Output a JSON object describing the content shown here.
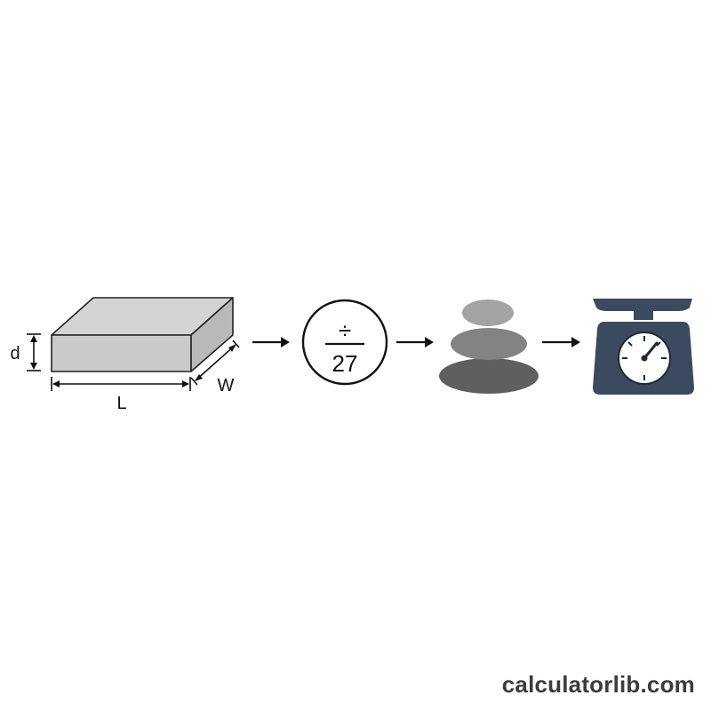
{
  "slab": {
    "depth_label": "d",
    "length_label": "L",
    "width_label": "W"
  },
  "divide": {
    "symbol": "÷",
    "divisor": "27"
  },
  "colors": {
    "slab_top": "#d4d4d4",
    "slab_front": "#cacaca",
    "slab_side": "#b9b9b9",
    "stone_top": "#a3a3a3",
    "stone_middle": "#838383",
    "stone_bottom": "#5f5f5f",
    "scale_body": "#3b4a5e",
    "arrow": "#111111"
  },
  "icons": [
    "slab-icon",
    "divide-by-27-icon",
    "stone-pile-icon",
    "weighing-scale-icon"
  ],
  "watermark": "calculatorlib.com"
}
